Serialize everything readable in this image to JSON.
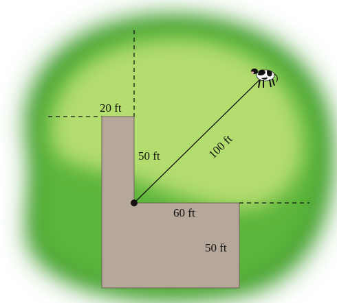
{
  "labels": {
    "barn_top_width": "20 ft",
    "barn_inner_height": "50 ft",
    "barn_inner_width": "60 ft",
    "barn_lower_height": "50 ft",
    "rope_length": "100 ft"
  },
  "colors": {
    "barn_fill": "#b5a89b",
    "field_outer": "#3d9a2a",
    "field_light": "#b3dd6e",
    "line": "#111111"
  }
}
